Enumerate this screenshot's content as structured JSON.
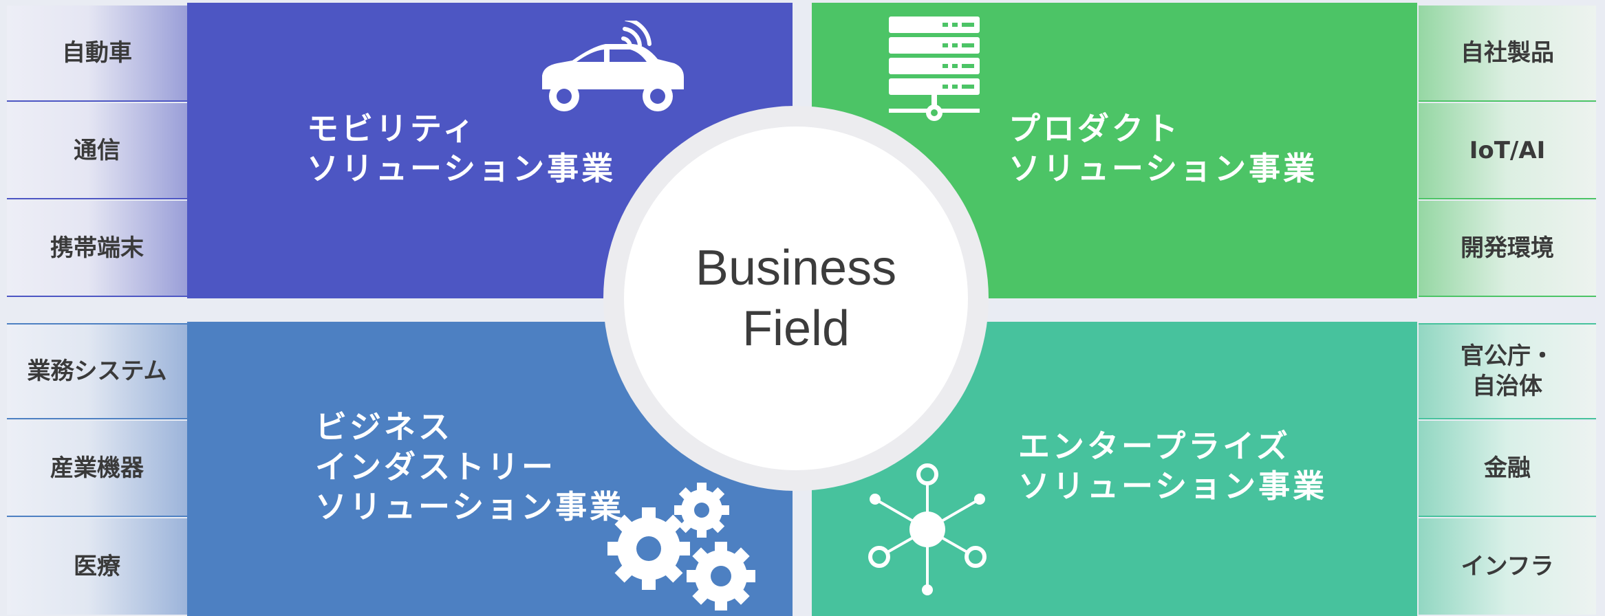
{
  "center": {
    "line1": "Business",
    "line2": "Field"
  },
  "quadrants": {
    "mobility": {
      "line1": "モビリティ",
      "line2": "ソリューション事業",
      "color": "#4d56c3",
      "icon": "car-signal-icon"
    },
    "product": {
      "line1": "プロダクト",
      "line2": "ソリューション事業",
      "color": "#4cc466",
      "icon": "server-icon"
    },
    "business": {
      "line1": "ビジネス",
      "line2": "インダストリー",
      "line3": "ソリューション事業",
      "color": "#4d80c2",
      "icon": "gears-icon"
    },
    "enterprise": {
      "line1": "エンタープライズ",
      "line2": "ソリューション事業",
      "color": "#47c29d",
      "icon": "network-icon"
    }
  },
  "left_top": [
    "自動車",
    "通信",
    "携帯端末"
  ],
  "left_bottom": [
    "業務システム",
    "産業機器",
    "医療"
  ],
  "right_top": [
    "自社製品",
    "IoT/AI",
    "開発環境"
  ],
  "right_bottom": {
    "item0_line1": "官公庁・",
    "item0_line2": "自治体",
    "item1": "金融",
    "item2": "インフラ"
  }
}
